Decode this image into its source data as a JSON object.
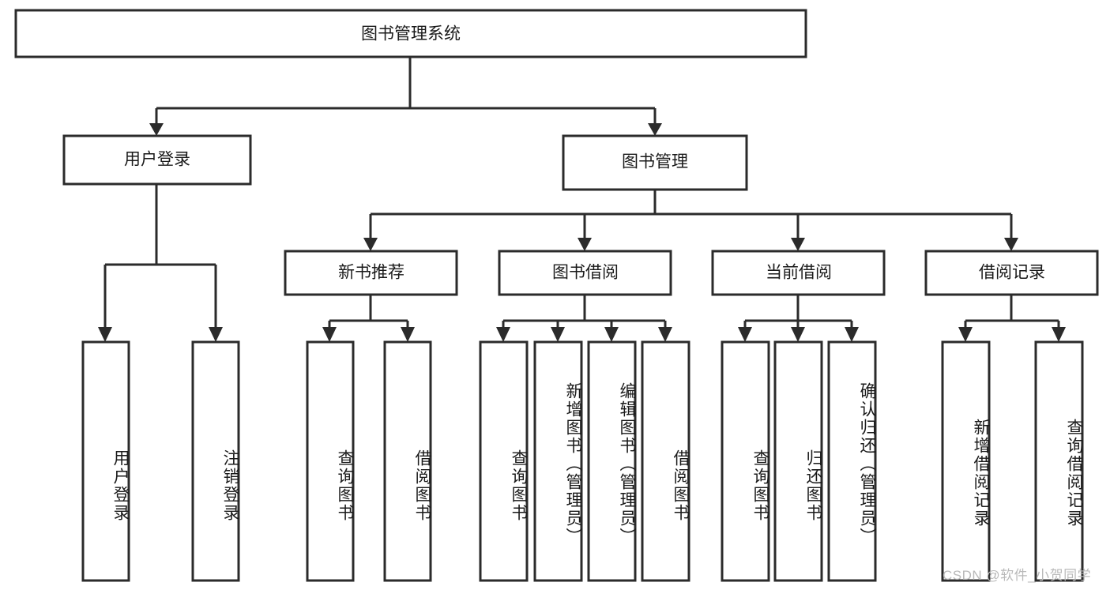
{
  "diagram": {
    "title": "图书管理系统",
    "type": "hierarchy-tree",
    "root": {
      "id": "root",
      "label": "图书管理系统",
      "orientation": "horizontal"
    },
    "level2": [
      {
        "id": "user-login",
        "label": "用户登录",
        "orientation": "horizontal"
      },
      {
        "id": "book-management",
        "label": "图书管理",
        "orientation": "horizontal"
      }
    ],
    "level3": [
      {
        "id": "new-book-recommend",
        "label": "新书推荐",
        "parent": "book-management",
        "orientation": "horizontal"
      },
      {
        "id": "book-borrow",
        "label": "图书借阅",
        "parent": "book-management",
        "orientation": "horizontal"
      },
      {
        "id": "current-borrow",
        "label": "当前借阅",
        "parent": "book-management",
        "orientation": "horizontal"
      },
      {
        "id": "borrow-record",
        "label": "借阅记录",
        "parent": "book-management",
        "orientation": "horizontal"
      }
    ],
    "leaves": [
      {
        "id": "leaf-user-login",
        "label": "用户登录",
        "parent": "user-login",
        "orientation": "vertical"
      },
      {
        "id": "leaf-logout-login",
        "label": "注销登录",
        "parent": "user-login",
        "orientation": "vertical"
      },
      {
        "id": "leaf-query-book-1",
        "label": "查询图书",
        "parent": "new-book-recommend",
        "orientation": "vertical"
      },
      {
        "id": "leaf-borrow-book-1",
        "label": "借阅图书",
        "parent": "new-book-recommend",
        "orientation": "vertical"
      },
      {
        "id": "leaf-query-book-2",
        "label": "查询图书",
        "parent": "book-borrow",
        "orientation": "vertical"
      },
      {
        "id": "leaf-add-book",
        "label": "新增图书（管理员）",
        "parent": "book-borrow",
        "orientation": "vertical"
      },
      {
        "id": "leaf-edit-book",
        "label": "编辑图书（管理员）",
        "parent": "book-borrow",
        "orientation": "vertical"
      },
      {
        "id": "leaf-borrow-book-2",
        "label": "借阅图书",
        "parent": "book-borrow",
        "orientation": "vertical"
      },
      {
        "id": "leaf-query-book-3",
        "label": "查询图书",
        "parent": "current-borrow",
        "orientation": "vertical"
      },
      {
        "id": "leaf-return-book",
        "label": "归还图书",
        "parent": "current-borrow",
        "orientation": "vertical"
      },
      {
        "id": "leaf-confirm-return",
        "label": "确认归还（管理员）",
        "parent": "current-borrow",
        "orientation": "vertical"
      },
      {
        "id": "leaf-add-record",
        "label": "新增借阅记录",
        "parent": "borrow-record",
        "orientation": "vertical"
      },
      {
        "id": "leaf-query-record",
        "label": "查询借阅记录",
        "parent": "borrow-record",
        "orientation": "vertical"
      }
    ]
  },
  "watermark": {
    "text": "CSDN @软件_小贺同学"
  },
  "colors": {
    "stroke": "#2b2b2b",
    "fill": "#ffffff",
    "text": "#1a1a1a",
    "watermark": "#b9b9b9"
  }
}
